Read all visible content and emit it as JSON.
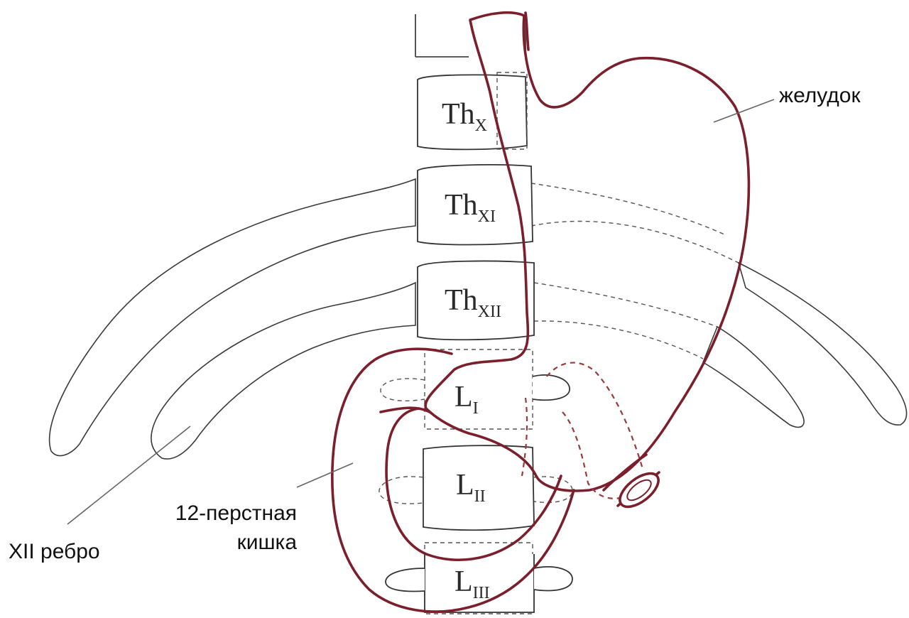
{
  "colors": {
    "organ_outline": "#7a1f2b",
    "bone_outline": "#333333",
    "leader_line": "#666666",
    "text": "#111111"
  },
  "vertebrae": [
    {
      "main": "Th",
      "sub": "X"
    },
    {
      "main": "Th",
      "sub": "XI"
    },
    {
      "main": "Th",
      "sub": "XII"
    },
    {
      "main": "L",
      "sub": "I"
    },
    {
      "main": "L",
      "sub": "II"
    },
    {
      "main": "L",
      "sub": "III"
    }
  ],
  "labels": {
    "stomach": "желудок",
    "duodenum_line1": "12-перстная",
    "duodenum_line2": "кишка",
    "rib": "XII ребро"
  }
}
